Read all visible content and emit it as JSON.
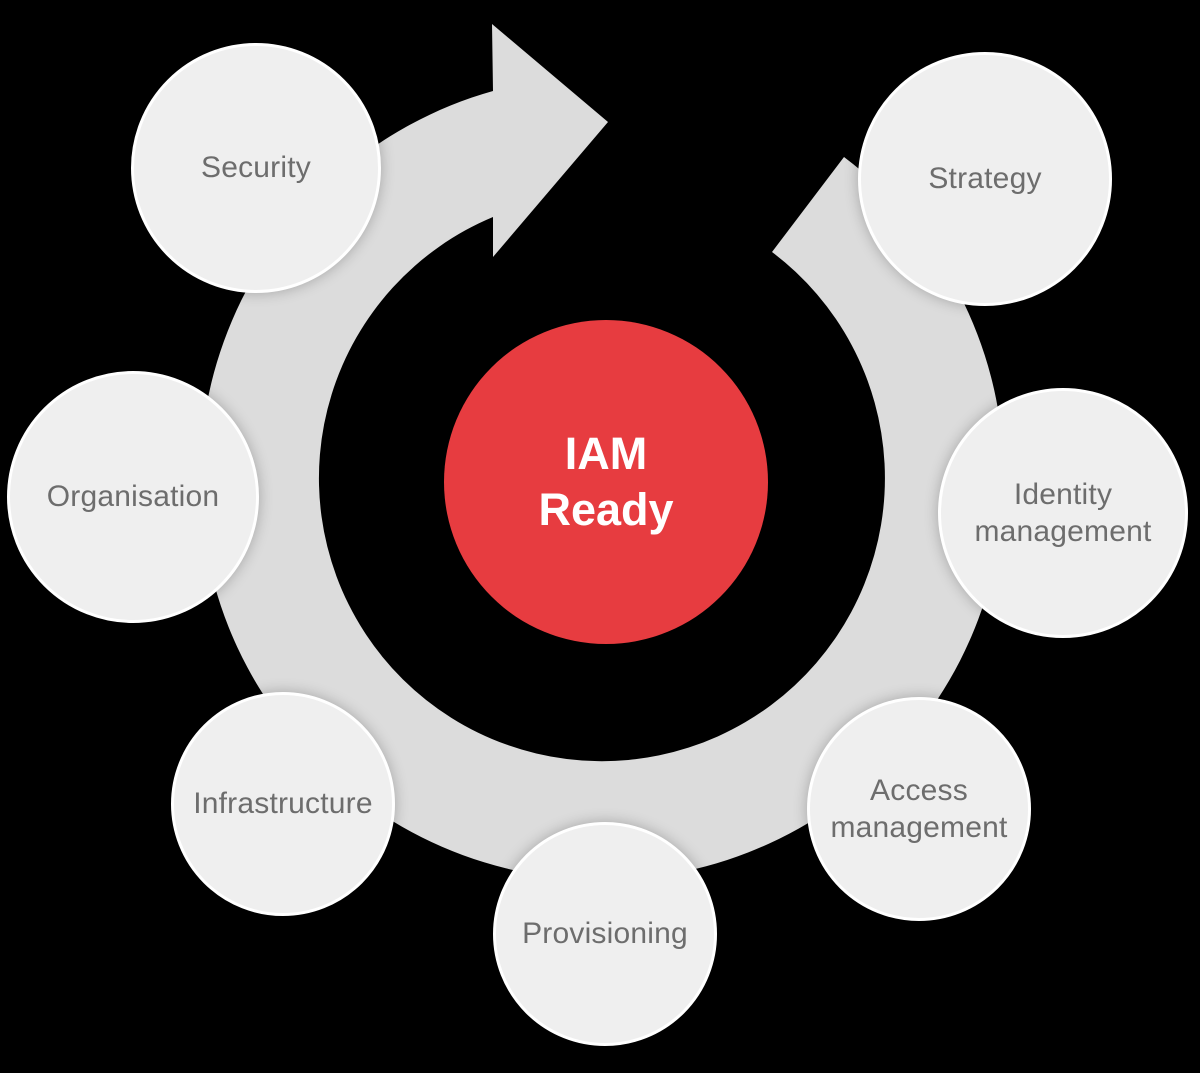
{
  "page": {
    "background_color": "#000000"
  },
  "diagram": {
    "title": "IAM Ready cycle diagram",
    "ring": {
      "color": "#dcdcdc",
      "direction": "clockwise",
      "arrowhead_position": "top"
    },
    "center": {
      "line1": "IAM",
      "line2": "Ready",
      "fill_color": "#e73c40",
      "text_color": "#ffffff"
    },
    "node_style": {
      "fill_color": "#efefef",
      "rim_color": "#ffffff",
      "text_color": "#6d6d6d"
    },
    "nodes": [
      {
        "label": "Security"
      },
      {
        "label": "Strategy"
      },
      {
        "label": "Organisation"
      },
      {
        "label": "Identity management"
      },
      {
        "label": "Infrastructure"
      },
      {
        "label": "Access management"
      },
      {
        "label": "Provisioning"
      }
    ]
  }
}
